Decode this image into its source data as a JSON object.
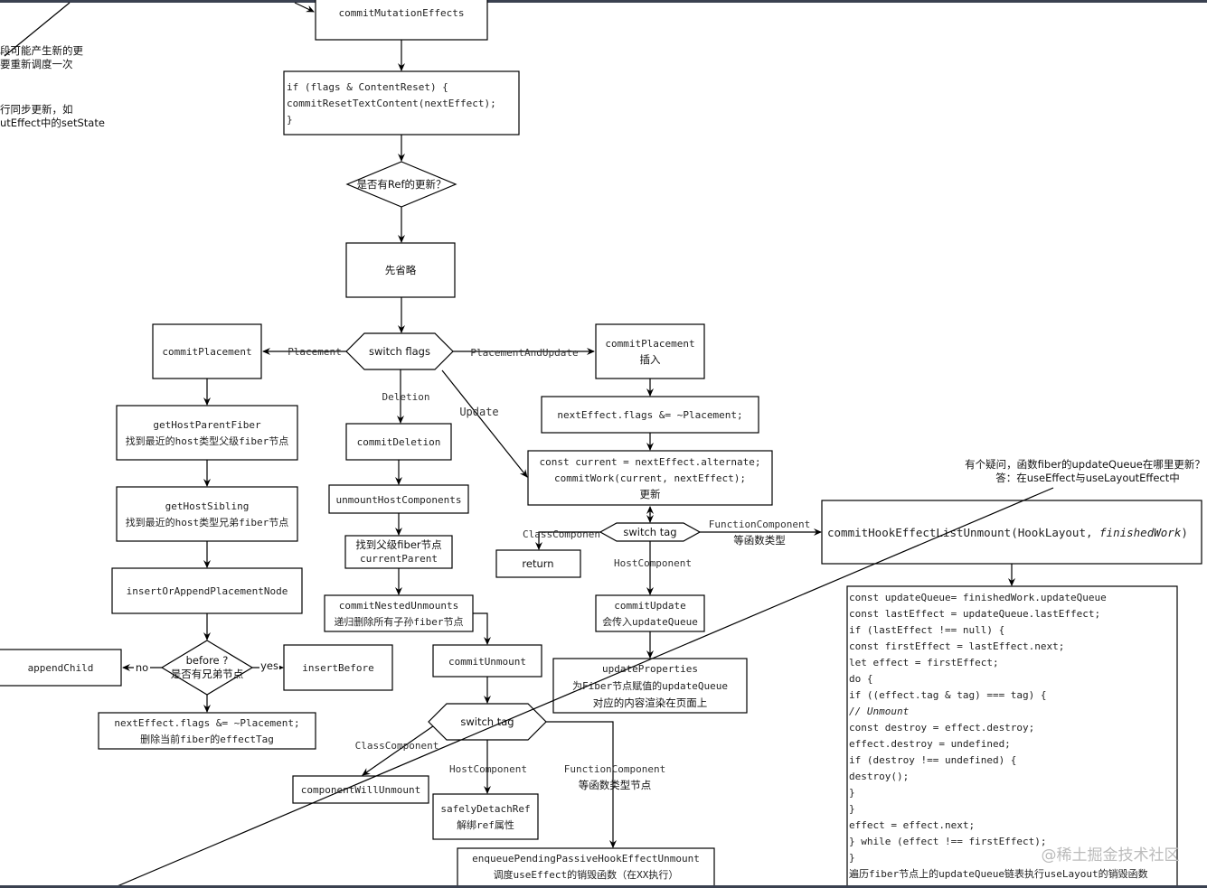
{
  "notes": {
    "left_1": "段可能产生新的更",
    "left_2": "要重新调度一次",
    "left_3": "行同步更新，如",
    "left_4": "utEffect中的setState",
    "question": "有个疑问，函数fiber的updateQueue在哪里更新？",
    "answer": "答：在useEffect与useLayoutEffect中"
  },
  "nodes": {
    "commit_mutation_effects": "commitMutationEffects",
    "content_reset": [
      "if (flags & ContentReset) {",
      "commitResetTextContent(nextEffect);",
      "}"
    ],
    "ref_decision": "是否有Ref的更新？",
    "omitted": "先省略",
    "switch_flags": "switch flags",
    "commit_placement": "commitPlacement",
    "get_host_parent_fiber": [
      "getHostParentFiber",
      "找到最近的host类型父级fiber节点"
    ],
    "get_host_sibling": [
      "getHostSibling",
      "找到最近的host类型兄弟fiber节点"
    ],
    "insert_or_append": "insertOrAppendPlacementNode",
    "before_decision": [
      "before ?",
      "是否有兄弟节点"
    ],
    "append_child": "appendChild",
    "insert_before": "insertBefore",
    "clear_placement_left": [
      "nextEffect.flags &= ~Placement;",
      "删除当前fiber的effectTag"
    ],
    "commit_deletion": "commitDeletion",
    "unmount_host_components": "unmountHostComponents",
    "find_parent": [
      "找到父级fiber节点",
      "currentParent"
    ],
    "commit_nested_unmounts": [
      "commitNestedUnmounts",
      "递归删除所有子孙fiber节点"
    ],
    "commit_unmount": "commitUnmount",
    "switch_tag_lower": "switch tag",
    "component_will_unmount": "componentWillUnmount",
    "safely_detach_ref": [
      "safelyDetachRef",
      "解绑ref属性"
    ],
    "enqueue_pending": [
      "enqueuePendingPassiveHookEffectUnmount",
      "调度useEffect的销毁函数（在XX执行）"
    ],
    "commit_placement_insert": [
      "commitPlacement",
      "插入"
    ],
    "clear_placement_right": "nextEffect.flags &= ~Placement;",
    "commit_work": [
      "const current = nextEffect.alternate;",
      "commitWork(current, nextEffect);",
      "更新"
    ],
    "switch_tag_upper": "switch tag",
    "return": "return",
    "commit_update": [
      "commitUpdate",
      "会传入updateQueue"
    ],
    "update_properties": [
      "updateProperties",
      "为Fiber节点赋值的updateQueue",
      "对应的内容渲染在页面上"
    ],
    "commit_hook_unmount": "commitHookEffectListUnmount(HookLayout, ",
    "commit_hook_unmount_arg": "finishedWork",
    "commit_hook_unmount_end": ")",
    "code_lines": [
      "const updateQueue= finishedWork.updateQueue",
      "const lastEffect = updateQueue.lastEffect;",
      "if (lastEffect !== null) {",
      "const firstEffect = lastEffect.next;",
      "let effect = firstEffect;",
      "do {",
      "if ((effect.tag & tag) === tag) {",
      "// Unmount",
      "const destroy = effect.destroy;",
      "effect.destroy = undefined;",
      "if (destroy !== undefined) {",
      "destroy();",
      "}",
      "}",
      "effect = effect.next;",
      "} while (effect !== firstEffect);",
      "}"
    ],
    "code_caption": "遍历fiber节点上的updateQueue链表执行useLayout的销毁函数"
  },
  "edge_labels": {
    "placement": "Placement",
    "placement_and_update": "PlacementAndUpdate",
    "deletion": "Deletion",
    "update": "Update",
    "class_component_upper": "ClassComponen",
    "function_component_upper": "FunctionComponent",
    "function_component_upper_note": "等函数类型",
    "host_component_upper": "HostComponent",
    "no": "no",
    "yes": "yes",
    "class_component_lower": "ClassComponent",
    "host_component_lower": "HostComponent",
    "function_component_lower": "FunctionComponent",
    "function_component_lower_note": "等函数类型节点"
  },
  "watermark": "@稀土掘金技术社区"
}
